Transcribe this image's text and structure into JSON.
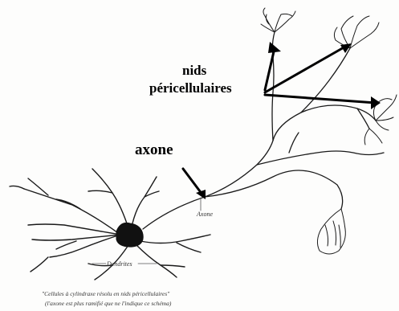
{
  "annotations": {
    "nids_line1": "nids",
    "nids_line2": "péricellulaires",
    "axone": "axone"
  },
  "labels": {
    "axone_small": "Axone",
    "dendrites": "Dendrites"
  },
  "caption": {
    "line1": "\"Cellules à cylindraxe résolu en nids péricellulaires\"",
    "line2": "(l'axone est plus ramifié que ne l'indique ce schéma)"
  }
}
